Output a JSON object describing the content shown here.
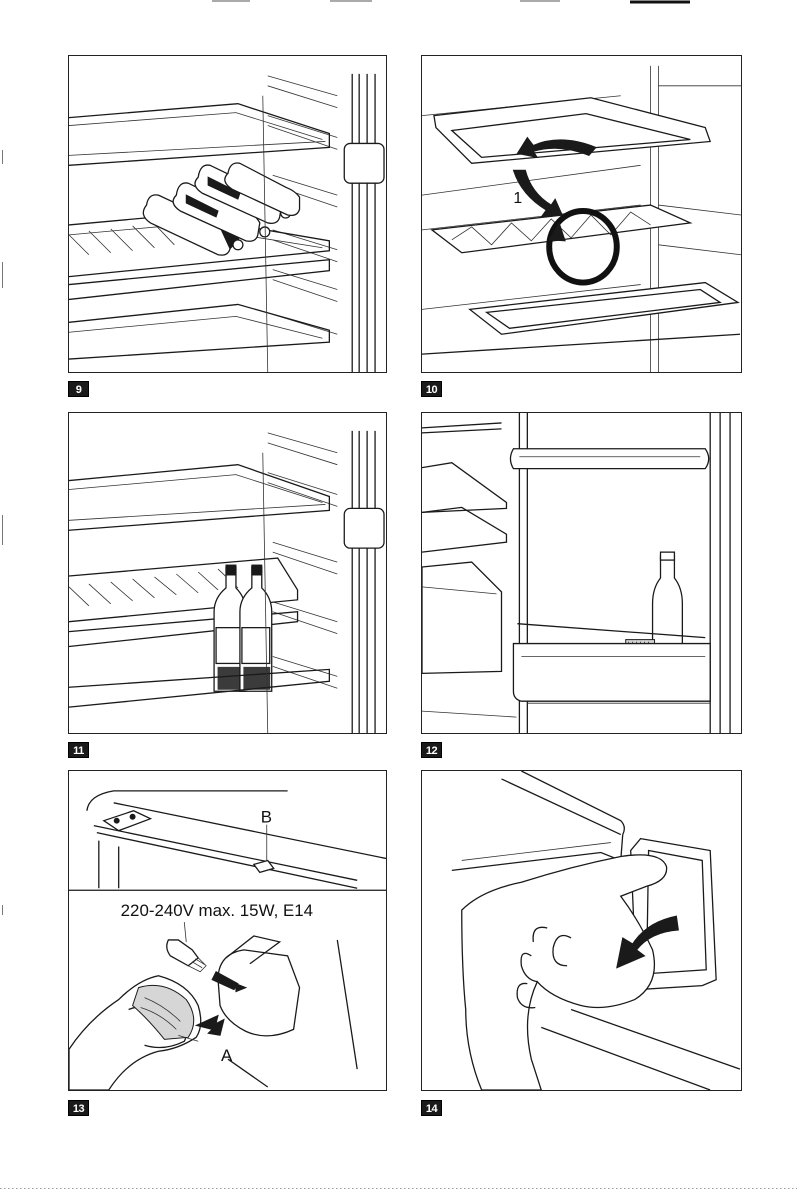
{
  "figures": [
    {
      "number": "9"
    },
    {
      "number": "10",
      "callout": "1"
    },
    {
      "number": "11"
    },
    {
      "number": "12"
    },
    {
      "number": "13",
      "callout_b": "B",
      "spec": "220-240V max. 15W, E14",
      "callout_a": "A"
    },
    {
      "number": "14"
    }
  ]
}
